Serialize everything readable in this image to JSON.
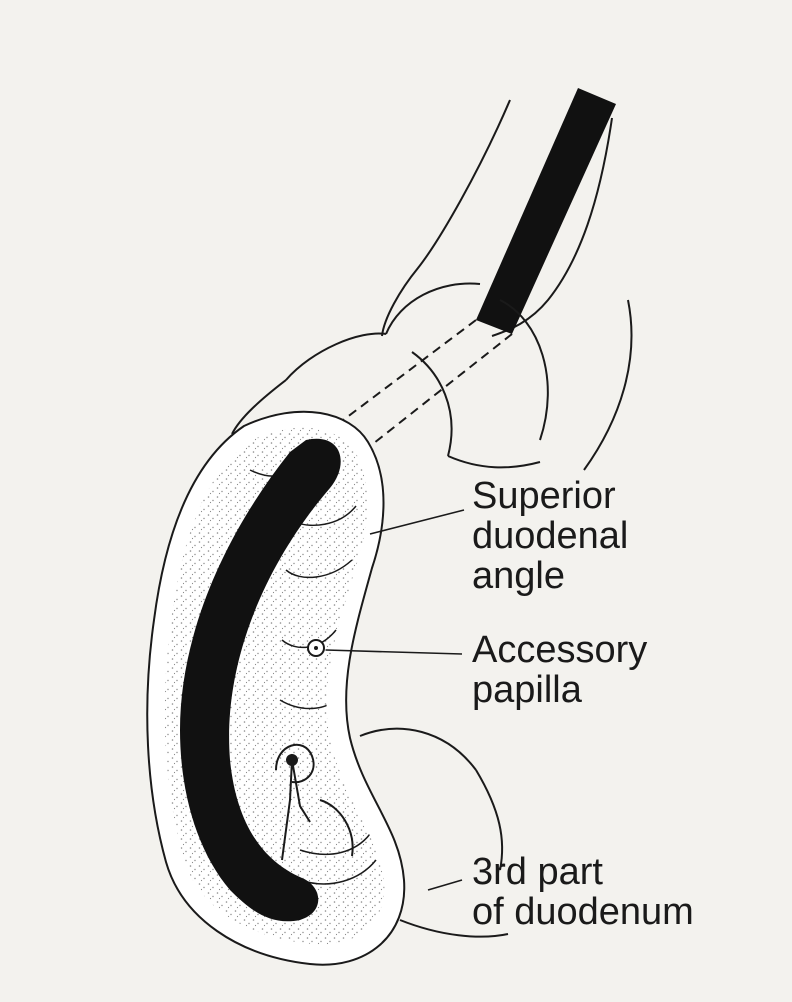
{
  "labels": {
    "superior_duodenal_angle": {
      "line1": "Superior",
      "line2": "duodenal",
      "line3": "angle"
    },
    "accessory_papilla": {
      "line1": "Accessory",
      "line2": "papilla"
    },
    "third_part_of_duodenum": {
      "line1": "3rd part",
      "line2": "of duodenum"
    }
  },
  "colors": {
    "background": "#f3f2ee",
    "ink": "#1a1a1a",
    "tissue_fill": "#ffffff",
    "stipple": "#2a2a2a"
  }
}
